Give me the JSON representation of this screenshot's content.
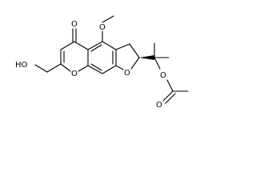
{
  "molecule": {
    "atoms": {
      "carbonyl_o": "O",
      "methoxy_o": "O",
      "hydroxymethyl": "HO",
      "pyran_o": "O",
      "furan_o": "O",
      "ester_o": "O",
      "acetyl_o": "O"
    }
  },
  "colors": {
    "bond": "#000000",
    "text": "#000000",
    "background": "#ffffff"
  }
}
